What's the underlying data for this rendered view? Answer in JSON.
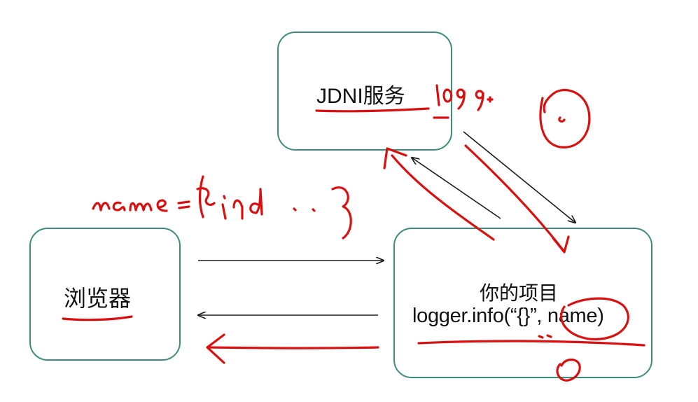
{
  "nodes": {
    "jndi": {
      "label": "JDNI服务"
    },
    "browser": {
      "label": "浏览器"
    },
    "project": {
      "title": "你的项目",
      "code": "logger.info(“{}”, name)"
    }
  },
  "annotations": {
    "port": "1099",
    "payload": "name=${jndi...}"
  },
  "colors": {
    "box_border": "#3d8b7a",
    "ink": "#d9100f",
    "arrow": "#1a1a1a"
  }
}
